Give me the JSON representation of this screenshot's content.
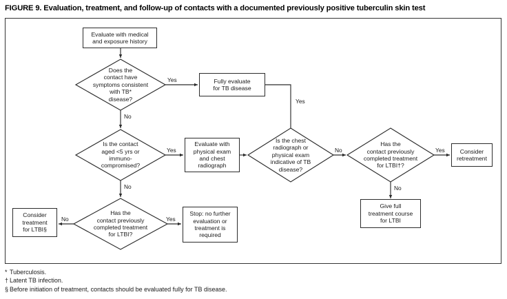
{
  "figure": {
    "title": "FIGURE 9. Evaluation, treatment, and follow-up of contacts with a documented previously positive tuberculin skin test"
  },
  "chart_data": {
    "type": "diagram",
    "title": "FIGURE 9. Evaluation, treatment, and follow-up of contacts with a documented previously positive tuberculin skin test",
    "nodes": [
      {
        "id": "n1",
        "shape": "box",
        "text": "Evaluate with medical and exposure history"
      },
      {
        "id": "d1",
        "shape": "diamond",
        "text": "Does the contact have symptoms consistent with TB* disease?"
      },
      {
        "id": "n2",
        "shape": "box",
        "text": "Fully evaluate for TB disease"
      },
      {
        "id": "d2",
        "shape": "diamond",
        "text": "Is the contact aged <5 yrs or immuno-compromised?"
      },
      {
        "id": "n3",
        "shape": "box",
        "text": "Evaluate with physical exam and chest radiograph"
      },
      {
        "id": "d3",
        "shape": "diamond",
        "text": "Is the chest radiograph or physical exam indicative of TB disease?"
      },
      {
        "id": "d4",
        "shape": "diamond",
        "text": "Has the contact previously completed treatment for LTBI†?"
      },
      {
        "id": "n4",
        "shape": "box",
        "text": "Consider retreatment"
      },
      {
        "id": "n5",
        "shape": "box",
        "text": "Give full treatment course for LTBI"
      },
      {
        "id": "d5",
        "shape": "diamond",
        "text": "Has the contact previously completed treatment for LTBI?"
      },
      {
        "id": "n6",
        "shape": "box",
        "text": "Consider treatment for LTBI§"
      },
      {
        "id": "n7",
        "shape": "box",
        "text": "Stop: no further evaluation or treatment is required"
      }
    ],
    "edges": [
      {
        "from": "n1",
        "to": "d1",
        "label": ""
      },
      {
        "from": "d1",
        "to": "n2",
        "label": "Yes"
      },
      {
        "from": "d1",
        "to": "d2",
        "label": "No"
      },
      {
        "from": "d2",
        "to": "n3",
        "label": "Yes"
      },
      {
        "from": "d2",
        "to": "d5",
        "label": "No"
      },
      {
        "from": "n3",
        "to": "d3",
        "label": ""
      },
      {
        "from": "d3",
        "to": "n2",
        "label": "Yes"
      },
      {
        "from": "d3",
        "to": "d4",
        "label": "No"
      },
      {
        "from": "d4",
        "to": "n4",
        "label": "Yes"
      },
      {
        "from": "d4",
        "to": "n5",
        "label": "No"
      },
      {
        "from": "d5",
        "to": "n6",
        "label": "No"
      },
      {
        "from": "d5",
        "to": "n7",
        "label": "Yes"
      }
    ]
  },
  "nodes": {
    "start": {
      "line1": "Evaluate with medical",
      "line2": "and exposure history"
    },
    "symptoms_decision": {
      "line1": "Does the",
      "line2": "contact have",
      "line3": "symptoms consistent",
      "line4": "with TB*",
      "line5": "disease?"
    },
    "fully_evaluate": {
      "line1": "Fully evaluate",
      "line2": "for TB disease"
    },
    "age_decision": {
      "line1": "Is the contact",
      "line2": "aged <5 yrs or",
      "line3": "immuno-",
      "line4": "compromised?"
    },
    "evaluate_exam": {
      "line1": "Evaluate with",
      "line2": "physical exam",
      "line3": "and chest",
      "line4": "radiograph"
    },
    "radiograph_decision": {
      "line1": "Is the chest",
      "line2": "radiograph or",
      "line3": "physical exam",
      "line4": "indicative of TB",
      "line5": "disease?"
    },
    "ltbi_decision_right": {
      "line1": "Has the",
      "line2": "contact previously",
      "line3": "completed treatment",
      "line4": "for LTBI†?"
    },
    "consider_retreatment": {
      "line1": "Consider",
      "line2": "retreatment"
    },
    "give_full_treatment": {
      "line1": "Give full",
      "line2": "treatment course",
      "line3": "for LTBI"
    },
    "ltbi_decision_bottom": {
      "line1": "Has the",
      "line2": "contact previously",
      "line3": "completed treatment",
      "line4": "for LTBI?"
    },
    "consider_treatment": {
      "line1": "Consider",
      "line2": "treatment",
      "line3": "for LTBI§"
    },
    "stop_node": {
      "line1": "Stop: no further",
      "line2": "evaluation or",
      "line3": "treatment is",
      "line4": "required"
    }
  },
  "edge_labels": {
    "symptoms_yes": "Yes",
    "symptoms_no": "No",
    "age_yes": "Yes",
    "age_no": "No",
    "radiograph_yes": "Yes",
    "radiograph_no": "No",
    "ltbi_right_yes": "Yes",
    "ltbi_right_no": "No",
    "ltbi_bottom_no": "No",
    "ltbi_bottom_yes": "Yes"
  },
  "footnotes": [
    {
      "mark": "*",
      "text": "Tuberculosis."
    },
    {
      "mark": "†",
      "text": "Latent TB infection."
    },
    {
      "mark": "§",
      "text": "Before initiation of treatment, contacts should be evaluated fully for TB disease."
    }
  ],
  "colors": {
    "stroke": "#2b2b2b",
    "frame": "#333333",
    "text": "#1a1a1a",
    "background": "#ffffff"
  }
}
